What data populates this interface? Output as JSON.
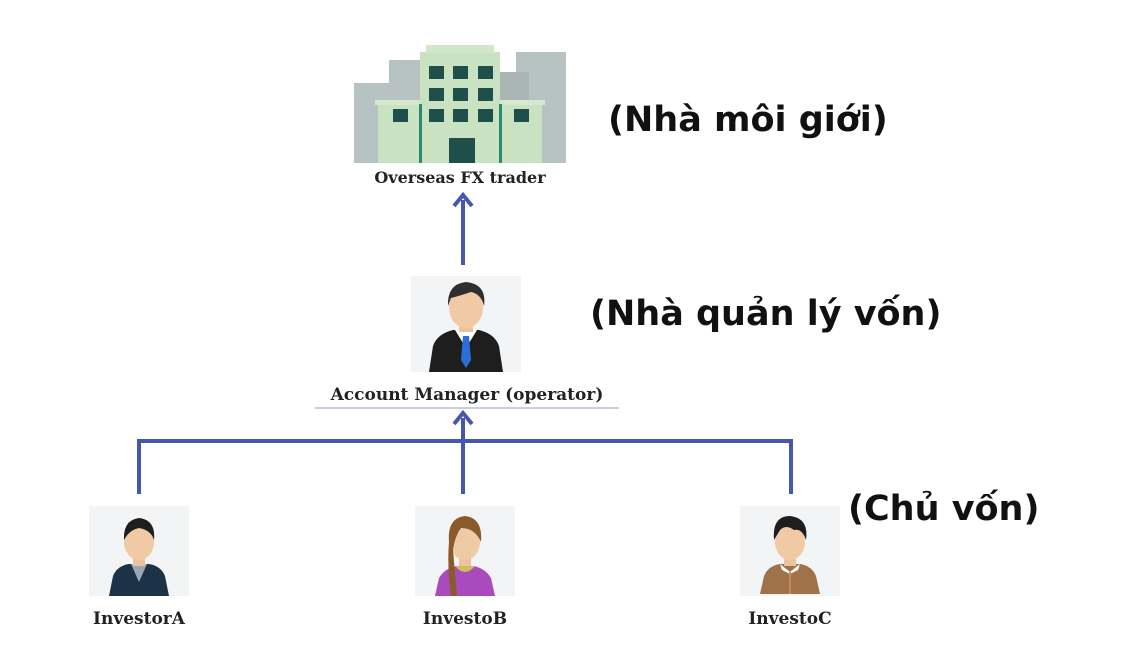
{
  "nodes": {
    "broker": {
      "caption": "Overseas FX trader",
      "role": "(Nhà môi giới)"
    },
    "manager": {
      "caption": "Account Manager (operator)",
      "role": "(Nhà quản lý vốn)"
    },
    "investors_role": "(Chủ vốn)",
    "investors": [
      {
        "caption": "InvestorA"
      },
      {
        "caption": "InvestoB"
      },
      {
        "caption": "InvestoC"
      }
    ]
  },
  "colors": {
    "connector": "#4657b0",
    "building": "#c9e2c1",
    "window": "#1f4f4b"
  }
}
